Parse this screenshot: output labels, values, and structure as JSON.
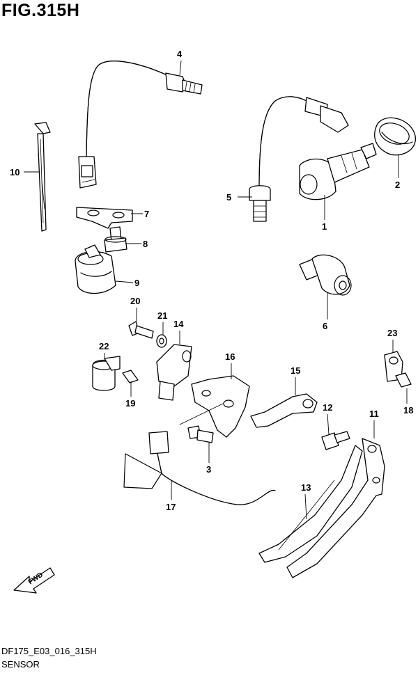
{
  "figure": {
    "title": "FIG.315H",
    "footer_code": "DF175_E03_016_315H",
    "footer_name": "SENSOR",
    "fwd_label": "FWD"
  },
  "callouts": {
    "c1": "1",
    "c2": "2",
    "c3": "3",
    "c4": "4",
    "c5": "5",
    "c6": "6",
    "c7": "7",
    "c8": "8",
    "c9": "9",
    "c10": "10",
    "c11": "11",
    "c12": "12",
    "c13": "13",
    "c14": "14",
    "c15": "15",
    "c16": "16",
    "c17": "17",
    "c18": "18",
    "c19": "19",
    "c20": "20",
    "c21": "21",
    "c22": "22",
    "c23": "23"
  }
}
